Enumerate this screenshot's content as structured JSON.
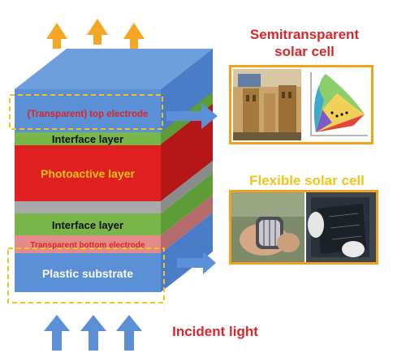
{
  "layers": {
    "top_electrode": "(Transparent) top electrode",
    "interface_top": "Interface layer",
    "photoactive": "Photoactive layer",
    "interface_bottom": "Interface layer",
    "bottom_electrode": "Transparent bottom electrode",
    "substrate": "Plastic substrate"
  },
  "callouts": {
    "semitransparent": "Semitransparent\nsolar cell",
    "flexible": "Flexible solar cell",
    "incident_light": "Incident light"
  },
  "colors": {
    "top_electrode": "#5b8fd6",
    "interface": "#78b64a",
    "photoactive": "#e02020",
    "gray_layer": "#a9a9a9",
    "bottom_electrode": "#e38a8a",
    "substrate": "#5b8fd6",
    "label_red": "#d9262b",
    "label_yellow": "#f0c419",
    "outgoing_arrow": "#f5a623",
    "incoming_arrow": "#5b8fd6",
    "frame": "#f0a21a"
  },
  "icons": {
    "outgoing": "arrow-up-icon",
    "incoming": "arrow-up-icon",
    "pointer": "arrow-right-icon"
  }
}
